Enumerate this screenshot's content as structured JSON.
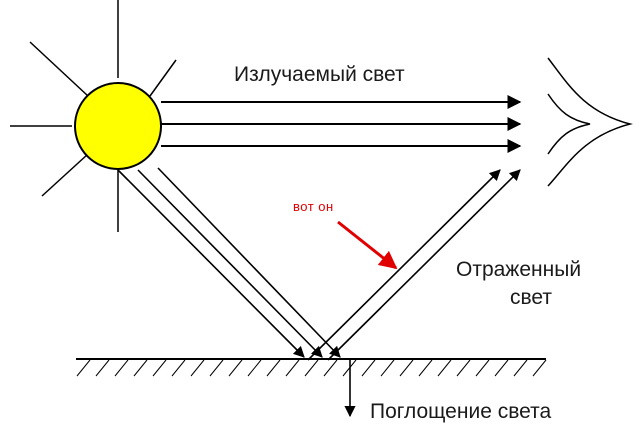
{
  "labels": {
    "emitted": "Излучаемый свет",
    "reflected_line1": "Отраженный",
    "reflected_line2": "свет",
    "absorption": "Поглощение света",
    "annotation": "вот он"
  },
  "colors": {
    "sun_fill": "#ffff00",
    "annotation": "#e00000",
    "lines": "#000000"
  },
  "icons": {
    "sun": "sun-icon",
    "eye": "eye-icon"
  }
}
